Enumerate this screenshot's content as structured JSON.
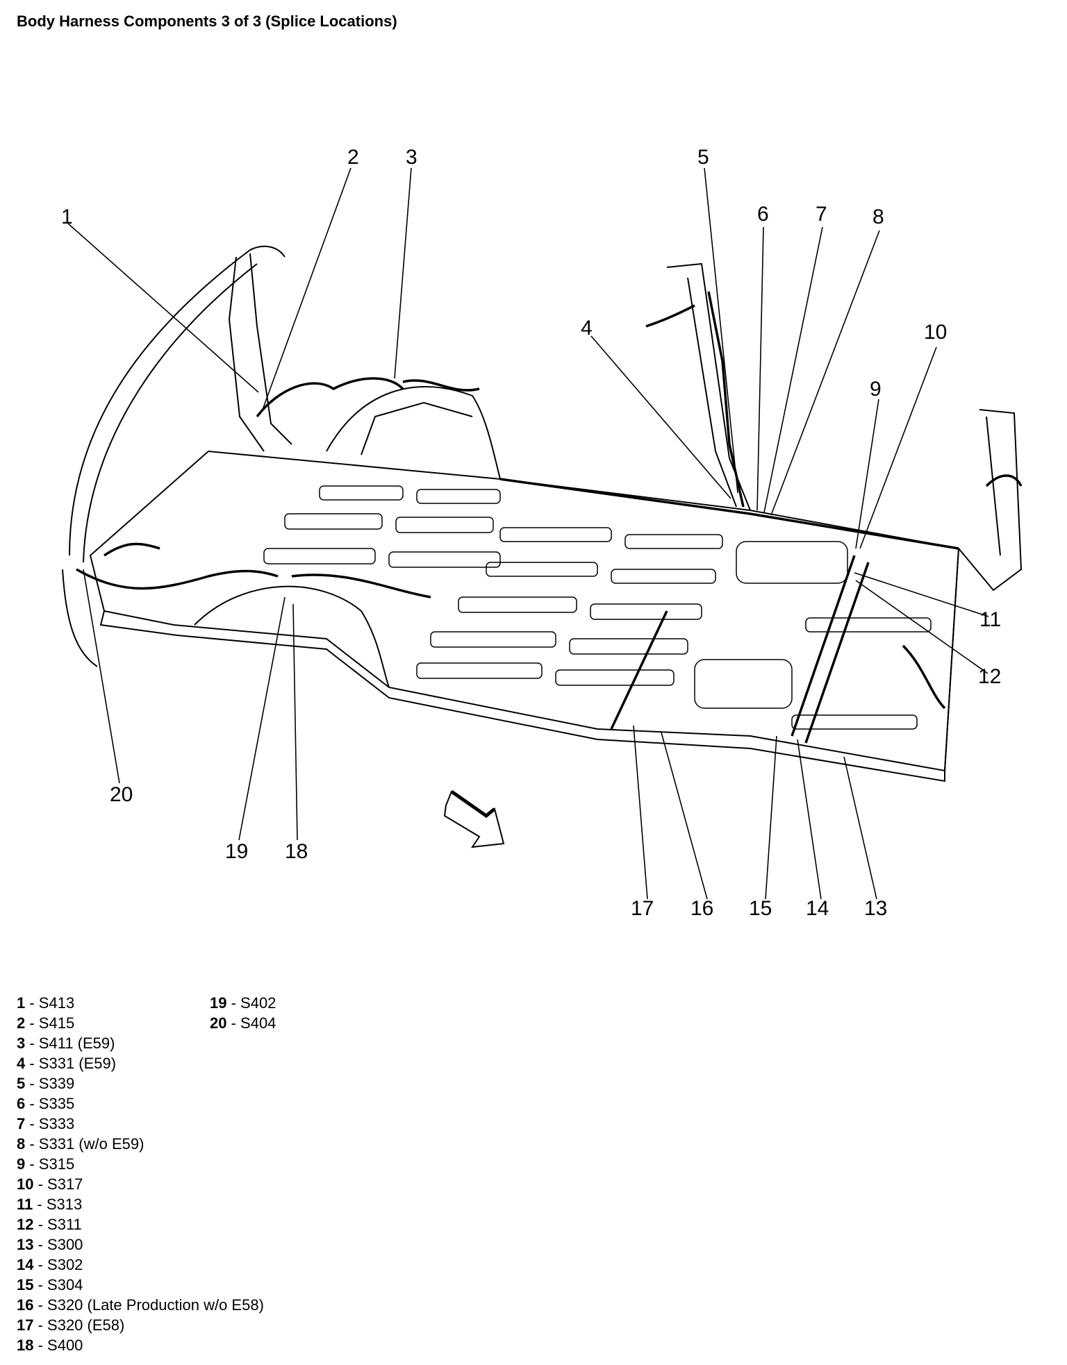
{
  "title": "Body Harness Components 3 of 3 (Splice Locations)",
  "diagram": {
    "subject": "vehicle floor pan with body wiring harness routing",
    "direction_arrow_icon": "front-direction-arrow-icon",
    "callouts": [
      "1",
      "2",
      "3",
      "4",
      "5",
      "6",
      "7",
      "8",
      "9",
      "10",
      "11",
      "12",
      "13",
      "14",
      "15",
      "16",
      "17",
      "18",
      "19",
      "20"
    ]
  },
  "legend": {
    "col1": [
      {
        "num": "1",
        "text": " - S413"
      },
      {
        "num": "2",
        "text": " - S415"
      },
      {
        "num": "3",
        "text": " - S411 (E59)"
      },
      {
        "num": "4",
        "text": " - S331 (E59)"
      },
      {
        "num": "5",
        "text": " - S339"
      },
      {
        "num": "6",
        "text": " - S335"
      },
      {
        "num": "7",
        "text": " - S333"
      },
      {
        "num": "8",
        "text": " - S331 (w/o E59)"
      },
      {
        "num": "9",
        "text": " - S315"
      },
      {
        "num": "10",
        "text": " - S317"
      },
      {
        "num": "11",
        "text": " - S313"
      },
      {
        "num": "12",
        "text": " - S311"
      },
      {
        "num": "13",
        "text": " - S300"
      },
      {
        "num": "14",
        "text": " - S302"
      },
      {
        "num": "15",
        "text": " - S304"
      },
      {
        "num": "16",
        "text": " - S320 (Late Production w/o E58)"
      },
      {
        "num": "17",
        "text": " - S320 (E58)"
      },
      {
        "num": "18",
        "text": " - S400"
      }
    ],
    "col2": [
      {
        "num": "19",
        "text": " - S402"
      },
      {
        "num": "20",
        "text": " - S404"
      }
    ]
  }
}
